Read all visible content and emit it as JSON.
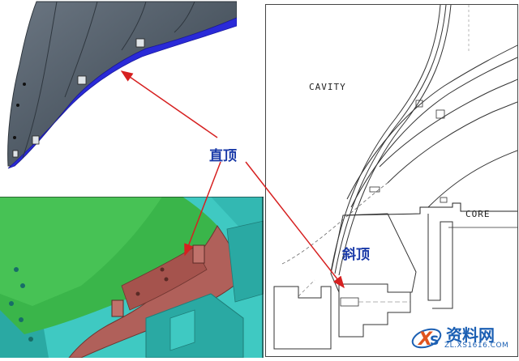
{
  "labels": {
    "cavity": "CAVITY",
    "core": "CORE",
    "straight_lifter": "直顶",
    "angled_lifter": "斜顶"
  },
  "watermark": {
    "text": "资料网",
    "url": "ZL.XS1616.COM"
  },
  "colors": {
    "part_dark": "#4a5560",
    "part_edge_blue": "#2a2ad8",
    "mold_cyan": "#38c8c0",
    "mold_green": "#3ab54a",
    "lifter_red": "#b0605a",
    "arrow_red": "#d62020",
    "label_blue": "#1a3aa8"
  }
}
